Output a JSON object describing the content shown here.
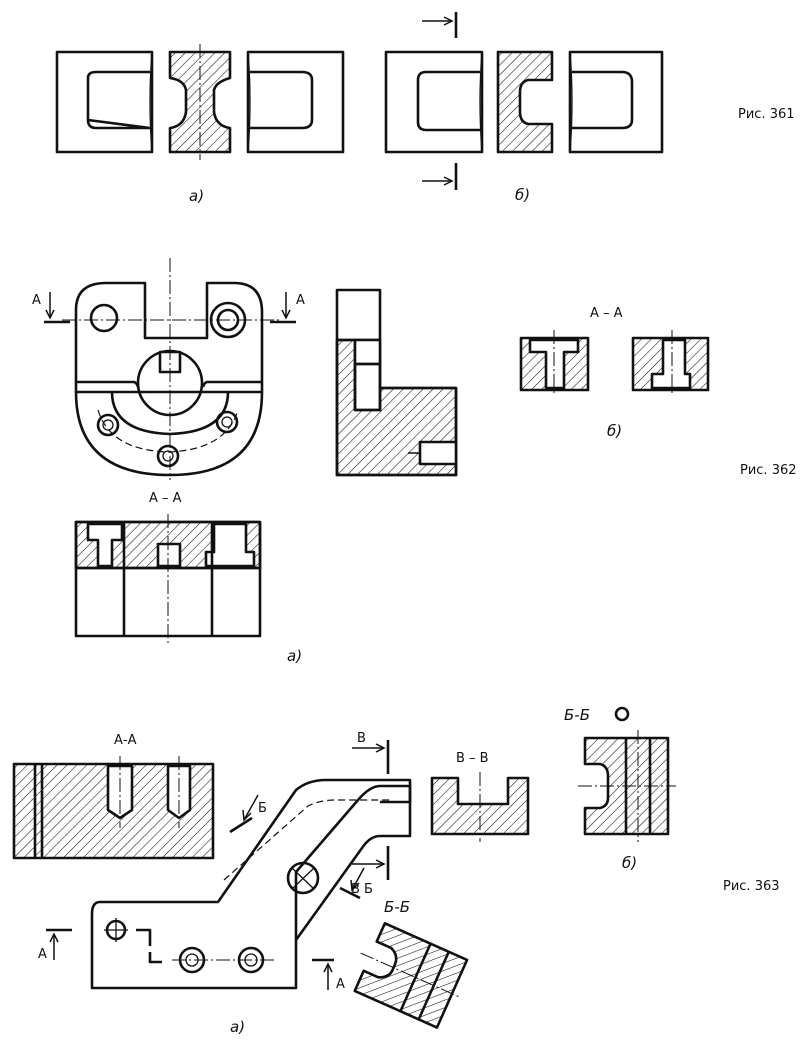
{
  "fig361": {
    "caption": "Рис. 361",
    "label_a": "а)",
    "label_b": "б)"
  },
  "fig362": {
    "caption": "Рис. 362",
    "label_a": "а)",
    "label_b": "б)",
    "cut_letter": "А",
    "section_a": "А – А",
    "section_b": "А – А"
  },
  "fig363": {
    "caption": "Рис. 363",
    "label_a": "а)",
    "label_b": "б)",
    "section_aa": "А-А",
    "section_vv": "В – В",
    "section_bb_top": "Б-Б",
    "section_bb_rot": "Б-Б",
    "cut_a": "А",
    "cut_b": "Б",
    "cut_v": "В",
    "cut_vb": "В Б"
  }
}
